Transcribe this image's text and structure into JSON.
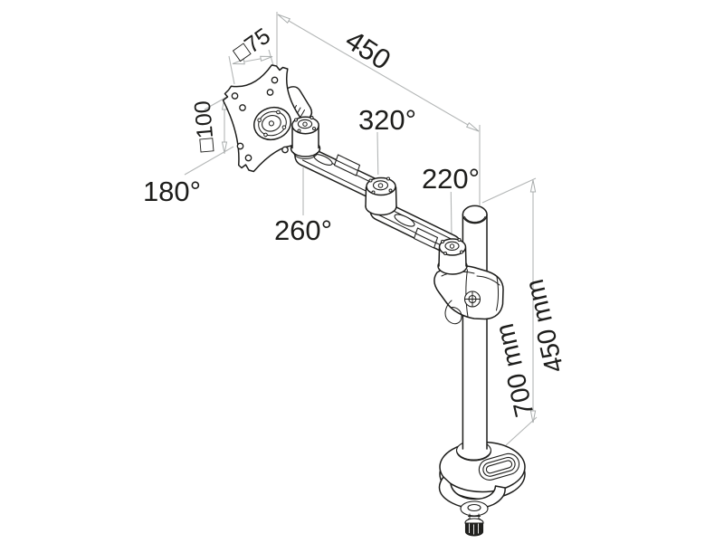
{
  "colors": {
    "background": "#ffffff",
    "artwork_line": "#1d1d1b",
    "dimension_line": "#b3b6b6",
    "label_text": "#1d1d1b"
  },
  "diagram": {
    "type": "isometric technical line drawing",
    "subject": "desk-mounted articulated monitor arm on pole with grommet clamp",
    "labels": {
      "vesa_small": "□75",
      "arm_reach": "450",
      "vesa_large": "□100",
      "rotate_plate": "180°",
      "rotate_front_joint": "260°",
      "rotate_mid_joint": "320°",
      "rotate_pole_joint": "220°",
      "height_total": "700 mm",
      "height_pole": "450 mm"
    },
    "parts": [
      "vesa-plate",
      "tilt-hinge",
      "front-joint",
      "arm-link-front",
      "mid-joint",
      "arm-link-rear",
      "pole-joint",
      "pole-clamp",
      "pole",
      "grommet-base",
      "clamp-screw"
    ]
  }
}
